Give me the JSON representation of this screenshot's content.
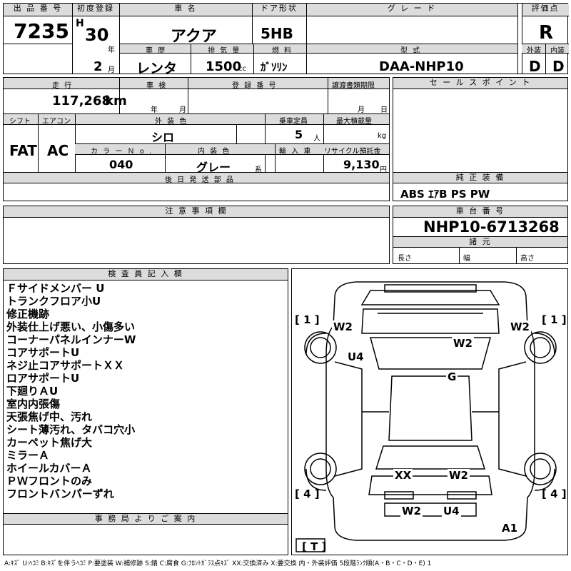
{
  "listing": {
    "lot_label": "出 品 番 号",
    "lot_number": "7235",
    "first_reg_label": "初度登録",
    "era": "H",
    "reg_year": "30",
    "year_unit": "年",
    "reg_month": "2",
    "month_unit": "月",
    "car_name_label": "車 名",
    "car_name": "アクア",
    "door_label": "ドア形状",
    "door": "5HB",
    "grade_label": "グ レ ー ド",
    "grade": "",
    "score_label": "評価点",
    "score": "R",
    "history_label": "車 歴",
    "history": "レンタ",
    "displacement_label": "排 気 量",
    "displacement": "1500",
    "displacement_unit": "cc",
    "fuel_label": "燃 料",
    "fuel": "ｶﾞｿﾘﾝ",
    "model_label": "型 式",
    "model": "DAA-NHP10",
    "exterior_label": "外装",
    "exterior": "D",
    "interior_label": "内装",
    "interior": "D"
  },
  "details": {
    "mileage_label": "走 行",
    "mileage": "117,268",
    "mileage_unit": "km",
    "inspection_label": "車 検",
    "insp_year_unit": "年",
    "insp_month_unit": "月",
    "reg_number_label": "登 録 番 号",
    "reg_number": "",
    "transfer_label": "譲渡書類期限",
    "transfer_month_unit": "月",
    "transfer_day_unit": "日",
    "shift_label": "シフト",
    "shift": "FAT",
    "ac_label": "エアコン",
    "ac": "AC",
    "ext_color_label": "外 装 色",
    "ext_color": "シロ",
    "capacity_label": "乗車定員",
    "capacity": "5",
    "capacity_unit": "人",
    "max_load_label": "最大積載量",
    "max_load_unit": "kg",
    "color_no_label": "カ ラ ー Ｎ o .",
    "color_no": "040",
    "int_color_label": "内 装 色",
    "int_color": "グレー",
    "int_color_suffix": "系",
    "import_label": "輸 入 車",
    "recycle_label": "リサイクル預託金",
    "recycle": "9,130",
    "recycle_unit": "円",
    "later_parts_label": "後 日 発 送 部 品"
  },
  "right_panel": {
    "sales_points_label": "セ ー ル ス ポ イ ン ト",
    "equipment_label": "純 正 装 備",
    "equipment": "ABS ｴｱB PS PW",
    "chassis_label": "車 台 番 号",
    "chassis": "NHP10-6713268",
    "specs_label": "諸 元",
    "length_label": "長さ",
    "width_label": "幅",
    "height_label": "高さ"
  },
  "notes_label": "注 意 事 項 欄",
  "inspector": {
    "label": "検 査 員 記 入 欄",
    "lines": [
      "Ｆサイドメンバー U",
      "トランクフロア小U",
      "修正機跡",
      "外装仕上げ悪い、小傷多い",
      "コーナーパネルインナーW",
      "コアサポートU",
      "ネジ止コアサポートＸＸ",
      "ロアサポートU",
      "下廻りＡU",
      "室内内張傷",
      "天張焦げ中、汚れ",
      "シート薄汚れ、タバコ穴小",
      "カーペット焦げ大",
      "ミラーＡ",
      "ホイールカバーＡ",
      "ＰＷフロントのみ",
      "フロントバンパーずれ"
    ]
  },
  "office_label": "事 務 局 よ り ご 案 内",
  "diagram": {
    "tl": "[ 1 ]",
    "tr": "[ 1 ]",
    "bl": "[ 4 ]",
    "br": "[ 4 ]",
    "bottom": "[ T ]",
    "marks": {
      "m1": "W2",
      "m2": "W2",
      "m3": "W2",
      "m4": "U4",
      "m5": "G",
      "m6": "XX",
      "m7": "W2",
      "m8": "W2",
      "m9": "U4",
      "m10": "A1"
    }
  },
  "legend": "A:ｷｽﾞ U:ﾍｺﾐ B:ｷｽﾞを伴うﾍｺﾐ P:要塗装 W:補修跡 S:錆 C:腐食 G:ﾌﾛﾝﾄｶﾞﾗｽ点ｷｽﾞ XX:交換済み X:要交換 内・外装評価 5段階ﾗﾝｸ順(A・B・C・D・E) 1"
}
